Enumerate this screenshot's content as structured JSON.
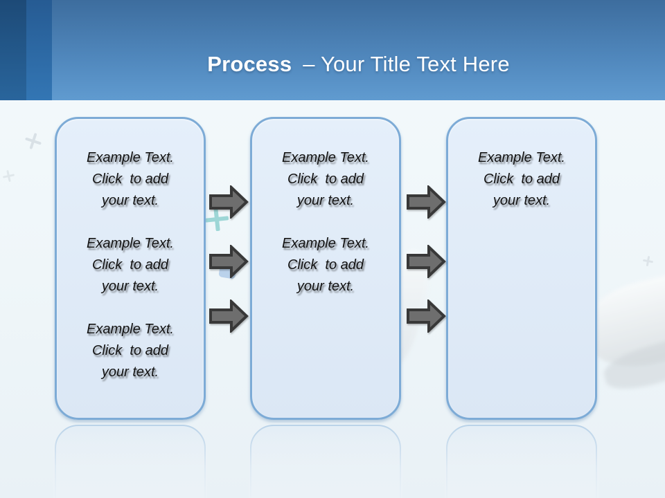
{
  "title": {
    "emphasis": "Process",
    "rest": "– Your Title Text Here"
  },
  "steps": [
    {
      "label": "step-1",
      "placeholders": [
        "Example Text.\nClick  to add\nyour text.",
        "Example Text.\nClick  to add\nyour text.",
        "Example Text.\nClick  to add\nyour text."
      ]
    },
    {
      "label": "step-2",
      "placeholders": [
        "Example Text.\nClick  to add\nyour text.",
        "Example Text.\nClick  to add\nyour text."
      ]
    },
    {
      "label": "step-3",
      "placeholders": [
        "Example Text.\nClick  to add\nyour text."
      ]
    }
  ],
  "arrows": {
    "glyph": "block-arrow-right",
    "per_gap": 3
  },
  "colors": {
    "header_top": "#3d6d9e",
    "header_bottom": "#609bd0",
    "stripe_dark": "#1d4a77",
    "stripe_mid": "#3376b4",
    "box_fill": "#dde9f6",
    "box_border": "#7dabd6",
    "arrow_fill": "#6e6e6e",
    "arrow_stroke": "#383838",
    "background": "#eff6f9",
    "text": "#131313",
    "title_text": "#ffffff"
  }
}
